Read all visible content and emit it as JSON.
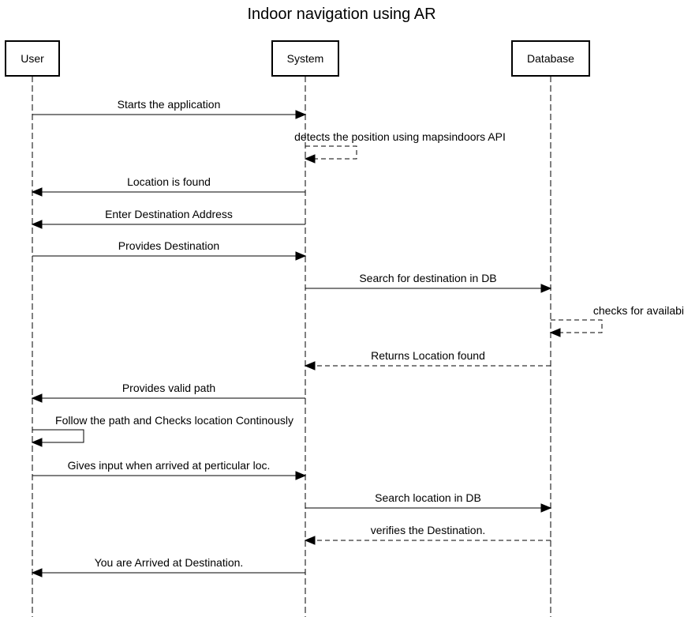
{
  "title": "Indoor navigation using AR",
  "actors": [
    {
      "id": "user",
      "label": "User"
    },
    {
      "id": "system",
      "label": "System"
    },
    {
      "id": "database",
      "label": "Database"
    }
  ],
  "messages": [
    {
      "from": "user",
      "to": "system",
      "label": "Starts the application",
      "style": "solid"
    },
    {
      "from": "system",
      "to": "system",
      "label": "detects the position using mapsindoors API",
      "style": "dashed"
    },
    {
      "from": "system",
      "to": "user",
      "label": "Location is found",
      "style": "solid"
    },
    {
      "from": "system",
      "to": "user",
      "label": "Enter Destination Address",
      "style": "solid"
    },
    {
      "from": "user",
      "to": "system",
      "label": "Provides Destination",
      "style": "solid"
    },
    {
      "from": "system",
      "to": "database",
      "label": "Search for destination in DB",
      "style": "solid"
    },
    {
      "from": "database",
      "to": "database",
      "label": "checks for availability",
      "style": "dashed"
    },
    {
      "from": "database",
      "to": "system",
      "label": "Returns Location found",
      "style": "dashed"
    },
    {
      "from": "system",
      "to": "user",
      "label": "Provides valid path",
      "style": "solid"
    },
    {
      "from": "user",
      "to": "user",
      "label": "Follow the path and Checks location Continously",
      "style": "solid"
    },
    {
      "from": "user",
      "to": "system",
      "label": "Gives input when arrived at perticular loc.",
      "style": "solid"
    },
    {
      "from": "system",
      "to": "database",
      "label": "Search location in DB",
      "style": "solid"
    },
    {
      "from": "database",
      "to": "system",
      "label": "verifies the Destination.",
      "style": "dashed"
    },
    {
      "from": "system",
      "to": "user",
      "label": "You are Arrived at Destination.",
      "style": "solid"
    }
  ]
}
